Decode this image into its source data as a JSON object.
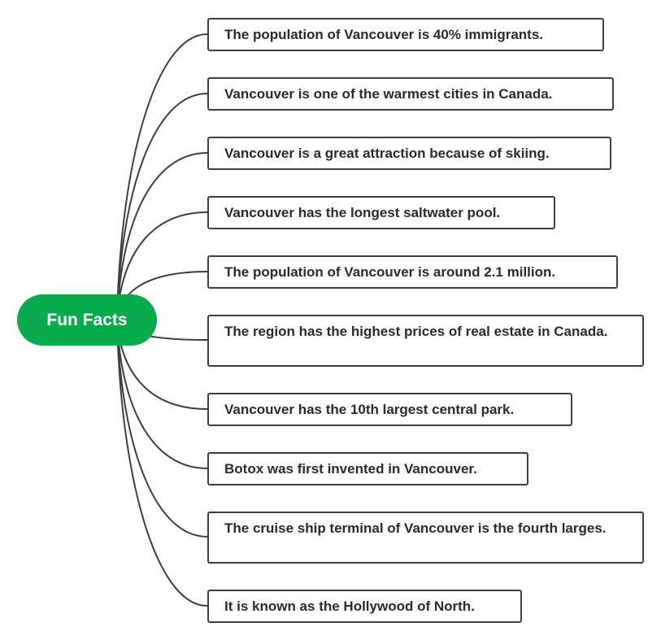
{
  "root": {
    "label": "Fun Facts",
    "color": "#0aab4e"
  },
  "facts": [
    "The population of Vancouver is 40% immigrants.",
    "Vancouver is one of the warmest cities in Canada.",
    "Vancouver is a great attraction because of skiing.",
    "Vancouver has the longest saltwater pool.",
    "The population of Vancouver is around 2.1 million.",
    "The region has the highest prices of real estate in Canada.",
    "Vancouver has the 10th largest central park.",
    "Botox was first invented in Vancouver.",
    "The cruise ship terminal of Vancouver is the fourth larges.",
    "It is known as the Hollywood of North."
  ]
}
